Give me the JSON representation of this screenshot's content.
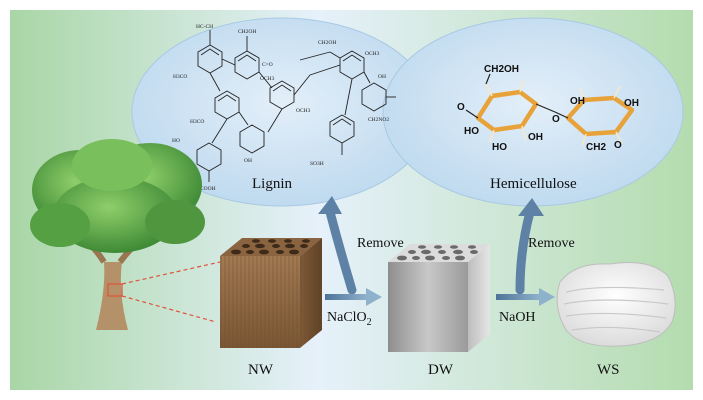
{
  "labels": {
    "lignin": "Lignin",
    "hemicellulose": "Hemicellulose",
    "remove_left": "Remove",
    "remove_right": "Remove",
    "reagent_naclo2": "NaClO",
    "reagent_naclo2_sub": "2",
    "reagent_naoh": "NaOH",
    "nw": "NW",
    "dw": "DW",
    "ws": "WS"
  },
  "hemicellulose_structure": {
    "ch2oh": "CH2OH",
    "o_left": "O",
    "ho_1": "HO",
    "ho_2": "HO",
    "oh_1": "OH",
    "o_link": "O",
    "oh_2": "OH",
    "oh_3": "OH",
    "ch2": "CH2",
    "o_ring": "O"
  },
  "lignin_structure": {
    "lab_ch2oh_1": "CH2OH",
    "lab_ch2oh_2": "CH2OH",
    "lab_hch": "HC-CH",
    "lab_och3_1": "OCH3",
    "lab_och3_2": "OCH3",
    "lab_och3_3": "OCH3",
    "lab_h3co_1": "H3CO",
    "lab_h3co_2": "H3CO",
    "lab_ho_1": "HO",
    "lab_oh_1": "OH",
    "lab_oh_2": "OH",
    "lab_cooh": "COOH",
    "lab_so3h": "SO3H",
    "lab_no2": "CH2NO2",
    "lab_c_o": "C=O"
  },
  "colors": {
    "bg_left": "#a9d6a6",
    "bg_mid": "#e6f1fb",
    "bg_right": "#b4dcae",
    "oval_fill": "#cfe4f5",
    "arrow": "#6f8fae",
    "ring_orange": "#e8a23a",
    "wood_brown": "#8a6440",
    "dw_gray": "#9c9c9c",
    "tree_green": "#5aa24a",
    "trunk": "#b5916a",
    "callout": "#e0533a"
  }
}
